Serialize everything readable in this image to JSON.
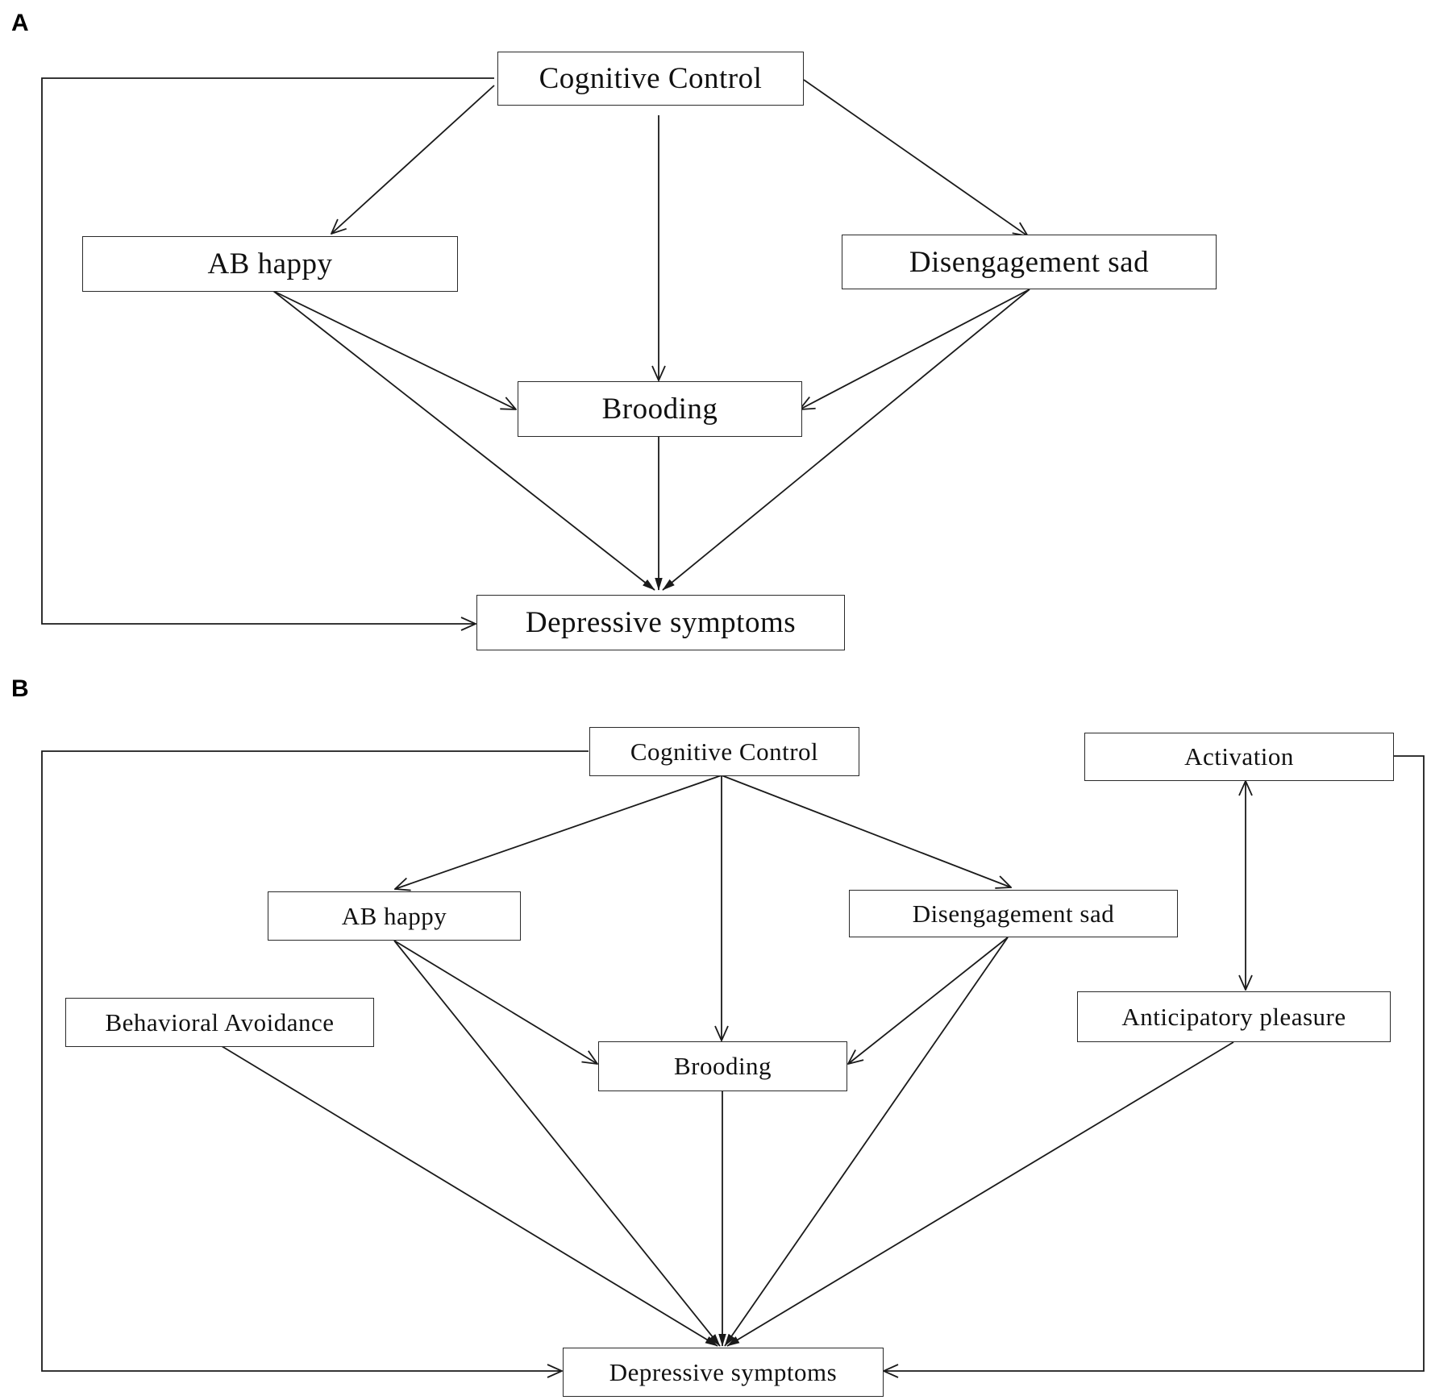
{
  "panels": {
    "a": {
      "label": "A",
      "nodes": {
        "cognitive_control": "Cognitive Control",
        "ab_happy": "AB happy",
        "disengagement_sad": "Disengagement sad",
        "brooding": "Brooding",
        "depressive_symptoms": "Depressive symptoms"
      }
    },
    "b": {
      "label": "B",
      "nodes": {
        "cognitive_control": "Cognitive Control",
        "activation": "Activation",
        "ab_happy": "AB happy",
        "disengagement_sad": "Disengagement sad",
        "behavioral_avoidance": "Behavioral Avoidance",
        "anticipatory_pleasure": "Anticipatory pleasure",
        "brooding": "Brooding",
        "depressive_symptoms": "Depressive symptoms"
      }
    }
  },
  "edges": {
    "a": [
      {
        "from": "Cognitive Control",
        "to": "AB happy"
      },
      {
        "from": "Cognitive Control",
        "to": "Brooding"
      },
      {
        "from": "Cognitive Control",
        "to": "Disengagement sad"
      },
      {
        "from": "Cognitive Control",
        "to": "Depressive symptoms"
      },
      {
        "from": "AB happy",
        "to": "Brooding"
      },
      {
        "from": "AB happy",
        "to": "Depressive symptoms"
      },
      {
        "from": "Disengagement sad",
        "to": "Brooding"
      },
      {
        "from": "Disengagement sad",
        "to": "Depressive symptoms"
      },
      {
        "from": "Brooding",
        "to": "Depressive symptoms"
      }
    ],
    "b": [
      {
        "from": "Cognitive Control",
        "to": "AB happy"
      },
      {
        "from": "Cognitive Control",
        "to": "Brooding"
      },
      {
        "from": "Cognitive Control",
        "to": "Disengagement sad"
      },
      {
        "from": "Cognitive Control",
        "to": "Depressive symptoms"
      },
      {
        "from": "AB happy",
        "to": "Brooding"
      },
      {
        "from": "AB happy",
        "to": "Depressive symptoms"
      },
      {
        "from": "Disengagement sad",
        "to": "Brooding"
      },
      {
        "from": "Disengagement sad",
        "to": "Depressive symptoms"
      },
      {
        "from": "Brooding",
        "to": "Depressive symptoms"
      },
      {
        "from": "Behavioral Avoidance",
        "to": "Depressive symptoms"
      },
      {
        "from": "Anticipatory pleasure",
        "to": "Depressive symptoms"
      },
      {
        "from": "Activation",
        "to": "Depressive symptoms"
      },
      {
        "from": "Activation",
        "to": "Anticipatory pleasure",
        "bidirectional": true
      }
    ]
  }
}
